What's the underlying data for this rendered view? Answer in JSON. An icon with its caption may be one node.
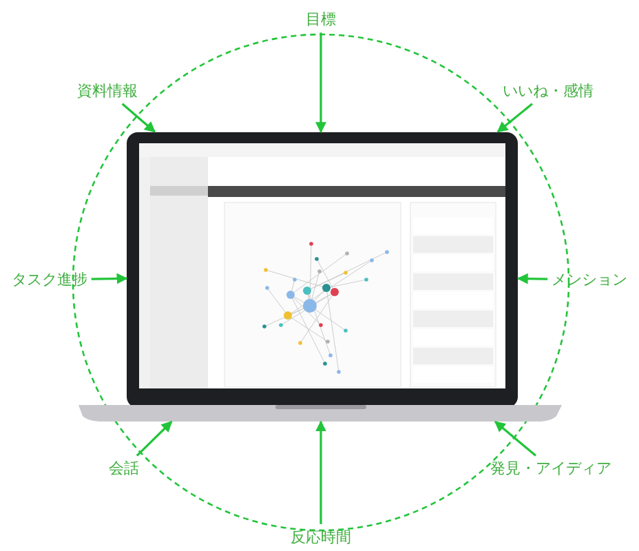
{
  "diagram": {
    "nodes": [
      {
        "text": [
          "目標"
        ]
      },
      {
        "text": [
          "資料情報"
        ]
      },
      {
        "text": [
          "いいね・感情"
        ]
      },
      {
        "text": [
          "タスク進捗"
        ]
      },
      {
        "text": [
          "メンション"
        ]
      },
      {
        "text": [
          "会話"
        ]
      },
      {
        "text": [
          "発見・アイディア"
        ]
      },
      {
        "text": [
          "反応時間"
        ]
      },
      {
        "text": [],
        "shape": "picture"
      }
    ],
    "edges": [
      {
        "from": 0,
        "to": 8,
        "arrow": "to"
      },
      {
        "from": 1,
        "to": 8,
        "arrow": "to"
      },
      {
        "from": 2,
        "to": 8,
        "arrow": "to"
      },
      {
        "from": 3,
        "to": 8,
        "arrow": "to"
      },
      {
        "from": 4,
        "to": 8,
        "arrow": "to"
      },
      {
        "from": 5,
        "to": 8,
        "arrow": "to"
      },
      {
        "from": 6,
        "to": 8,
        "arrow": "to"
      },
      {
        "from": 7,
        "to": 8,
        "arrow": "to"
      }
    ]
  }
}
